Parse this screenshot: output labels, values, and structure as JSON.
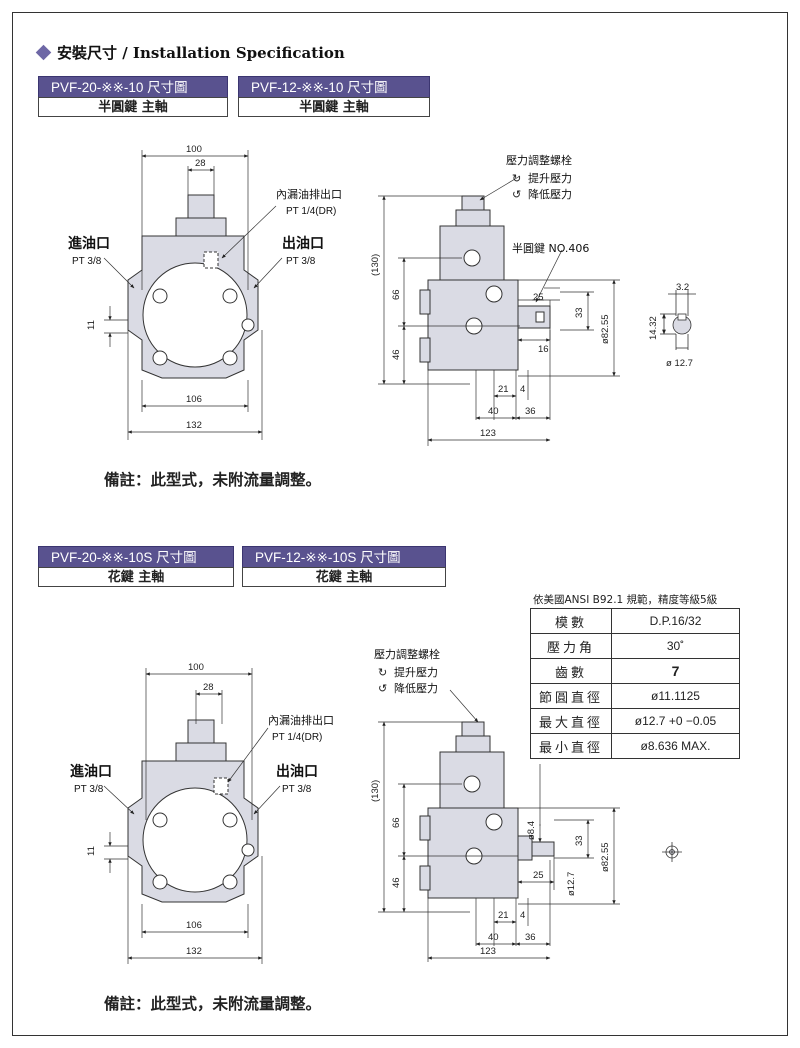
{
  "section_title": "安裝尺寸 / Installation Specification",
  "top": {
    "tab_left": "PVF-20-※※-10 尺寸圖",
    "tab_right": "PVF-12-※※-10 尺寸圖",
    "sub_left": "半圓鍵 主軸",
    "sub_right": "半圓鍵 主軸",
    "labels": {
      "inlet": "進油口",
      "inlet_size": "PT 3/8",
      "outlet": "出油口",
      "outlet_size": "PT 3/8",
      "drain": "內漏油排出口",
      "drain_size": "PT 1/4(DR)",
      "adjust": "壓力調整螺栓",
      "raise": "提升壓力",
      "lower": "降低壓力",
      "key": "半圓鍵 NO.406"
    },
    "dims": {
      "d100": "100",
      "d28": "28",
      "d106": "106",
      "d132": "132",
      "d11": "11",
      "d130": "(130)",
      "d66": "66",
      "d46": "46",
      "d25": "25",
      "d33": "33",
      "d16": "16",
      "d21": "21",
      "d4": "4",
      "d40": "40",
      "d36": "36",
      "d123": "123",
      "d8255": "ø82.55",
      "d32": "3.2",
      "d1432": "14.32",
      "d127": "ø 12.7"
    },
    "note": "備註：此型式，未附流量調整。"
  },
  "bottom": {
    "tab_left": "PVF-20-※※-10S 尺寸圖",
    "tab_right": "PVF-12-※※-10S 尺寸圖",
    "sub_left": "花鍵 主軸",
    "sub_right": "花鍵 主軸",
    "labels": {
      "inlet": "進油口",
      "inlet_size": "PT 3/8",
      "outlet": "出油口",
      "outlet_size": "PT 3/8",
      "drain": "內漏油排出口",
      "drain_size": "PT 1/4(DR)",
      "adjust": "壓力調整螺栓",
      "raise": "提升壓力",
      "lower": "降低壓力"
    },
    "dims": {
      "d100": "100",
      "d28": "28",
      "d106": "106",
      "d132": "132",
      "d11": "11",
      "d130": "(130)",
      "d66": "66",
      "d46": "46",
      "d25": "25",
      "d33": "33",
      "d21": "21",
      "d4": "4",
      "d40": "40",
      "d36": "36",
      "d123": "123",
      "d8255": "ø82.55",
      "d84": "ø8.4",
      "d127": "ø12.7"
    },
    "spec_caption": "依美國ANSI B92.1 規範，精度等級5級",
    "spec": [
      {
        "k": "模數",
        "v": "D.P.16/32"
      },
      {
        "k": "壓力角",
        "v": "30˚"
      },
      {
        "k": "齒數",
        "v": "7"
      },
      {
        "k": "節圓直徑",
        "v": "ø11.1125"
      },
      {
        "k": "最大直徑",
        "v": "ø12.7 +0 −0.05"
      },
      {
        "k": "最小直徑",
        "v": "ø8.636 MAX."
      }
    ],
    "note": "備註：此型式，未附流量調整。"
  }
}
